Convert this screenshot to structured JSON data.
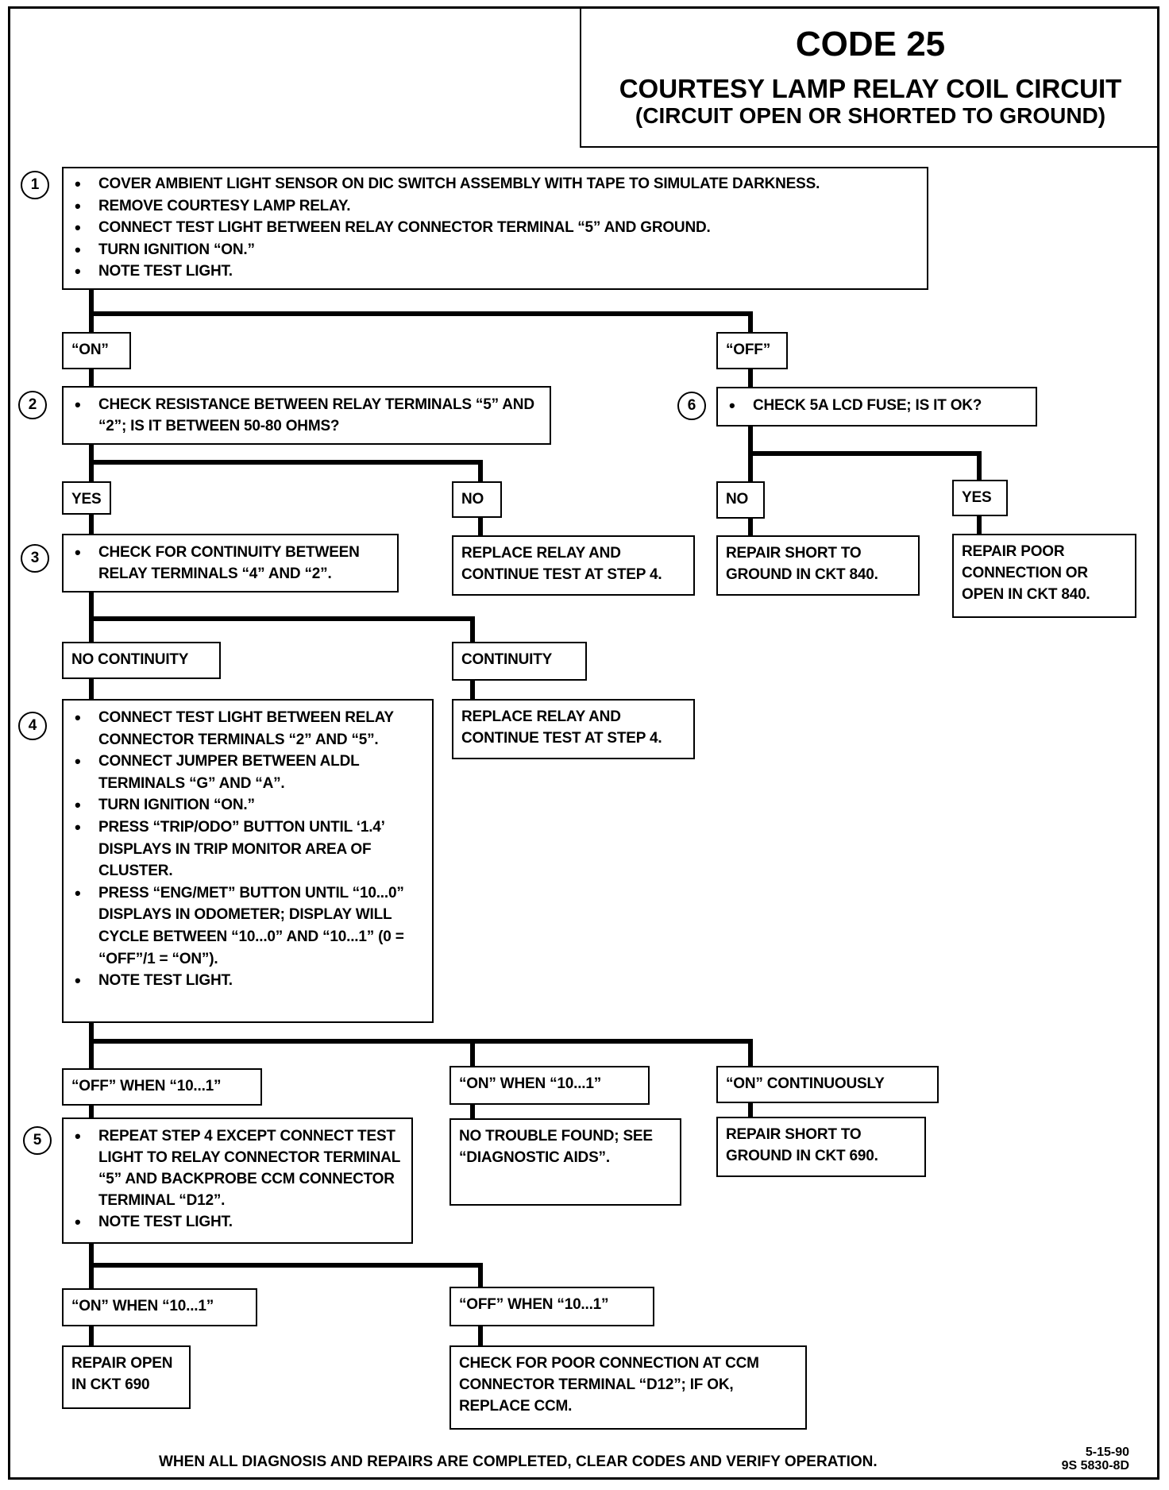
{
  "title": {
    "code": "CODE 25",
    "main": "COURTESY LAMP RELAY COIL CIRCUIT",
    "sub": "(CIRCUIT OPEN OR SHORTED TO GROUND)"
  },
  "steps": {
    "s1": {
      "num": "1",
      "bullets": [
        "COVER AMBIENT LIGHT SENSOR ON DIC SWITCH ASSEMBLY WITH TAPE TO SIMULATE DARKNESS.",
        "REMOVE COURTESY LAMP RELAY.",
        "CONNECT TEST LIGHT BETWEEN RELAY CONNECTOR TERMINAL “5” AND GROUND.",
        "TURN IGNITION “ON.”",
        "NOTE TEST LIGHT."
      ]
    },
    "s2": {
      "num": "2",
      "bullets": [
        "CHECK RESISTANCE BETWEEN RELAY TERMINALS “5” AND “2”; IS IT BETWEEN 50-80 OHMS?"
      ]
    },
    "s3": {
      "num": "3",
      "bullets": [
        "CHECK FOR CONTINUITY BETWEEN RELAY TERMINALS “4” AND “2”."
      ]
    },
    "s4": {
      "num": "4",
      "bullets": [
        "CONNECT TEST LIGHT BETWEEN RELAY CONNECTOR TERMINALS “2” AND “5”.",
        "CONNECT JUMPER BETWEEN ALDL TERMINALS “G” AND “A”.",
        "TURN IGNITION “ON.”",
        "PRESS “TRIP/ODO” BUTTON UNTIL ‘1.4’ DISPLAYS IN TRIP MONITOR AREA OF CLUSTER.",
        "PRESS “ENG/MET” BUTTON UNTIL “10...0” DISPLAYS IN ODOMETER; DISPLAY WILL CYCLE BETWEEN “10...0” AND “10...1” (0 = “OFF”/1 = “ON”).",
        "NOTE TEST LIGHT."
      ]
    },
    "s5": {
      "num": "5",
      "bullets": [
        "REPEAT STEP 4 EXCEPT CONNECT TEST LIGHT TO RELAY CONNECTOR TERMINAL “5” AND BACKPROBE CCM CONNECTOR TERMINAL “D12”.",
        "NOTE TEST LIGHT."
      ]
    },
    "s6": {
      "num": "6",
      "bullets": [
        "CHECK 5A LCD FUSE; IS IT OK?"
      ]
    }
  },
  "labels": {
    "s1_on": "“ON”",
    "s1_off": "“OFF”",
    "s2_yes": "YES",
    "s2_no": "NO",
    "s6_no": "NO",
    "s6_yes": "YES",
    "s3_nocont": "NO CONTINUITY",
    "s3_cont": "CONTINUITY",
    "s4_off": "“OFF” WHEN “10...1”",
    "s4_on": "“ON” WHEN “10...1”",
    "s4_oncont": "“ON” CONTINUOUSLY",
    "s5_on": "“ON” WHEN “10...1”",
    "s5_off": "“OFF” WHEN “10...1”"
  },
  "results": {
    "s2_no": "REPLACE RELAY AND CONTINUE TEST AT STEP 4.",
    "s6_no": "REPAIR SHORT TO GROUND IN CKT 840.",
    "s6_yes": "REPAIR POOR CONNECTION OR OPEN IN CKT 840.",
    "s3_cont": "REPLACE RELAY AND CONTINUE TEST AT STEP 4.",
    "s4_on": "NO TROUBLE FOUND; SEE “DIAGNOSTIC AIDS”.",
    "s4_oncont": "REPAIR SHORT TO GROUND IN CKT 690.",
    "s5_on": "REPAIR OPEN IN CKT 690",
    "s5_off": "CHECK FOR POOR CONNECTION AT CCM CONNECTOR TERMINAL “D12”; IF OK, REPLACE CCM."
  },
  "footer": {
    "note": "WHEN ALL DIAGNOSIS AND REPAIRS ARE COMPLETED, CLEAR CODES AND VERIFY OPERATION.",
    "date": "5-15-90",
    "doc_id": "9S 5830-8D"
  }
}
